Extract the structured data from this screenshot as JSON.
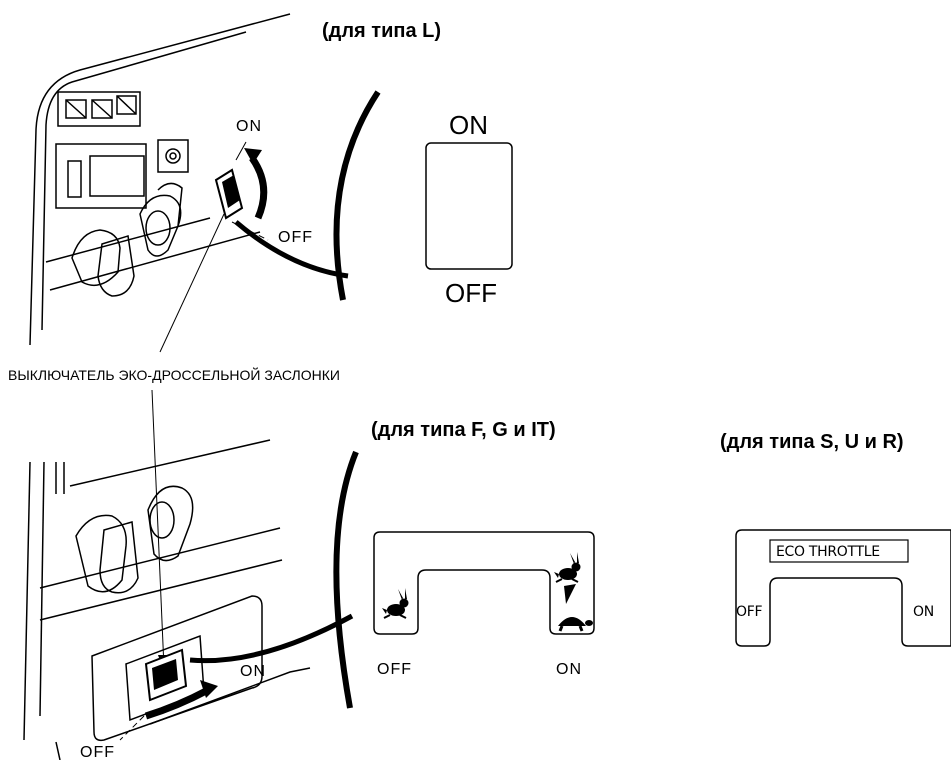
{
  "headings": {
    "type_l": "(для типа L)",
    "type_fgit": "(для типа F, G и IT)",
    "type_sur": "(для типа S, U и R)"
  },
  "callout": {
    "switch_name": "ВЫКЛЮЧАТЕЛЬ ЭКО-ДРОССЕЛЬНОЙ ЗАСЛОНКИ"
  },
  "panel_top": {
    "on_label": "ON",
    "off_label": "OFF"
  },
  "detail_l": {
    "on_label": "ON",
    "off_label": "OFF"
  },
  "panel_bottom": {
    "on_label": "ON",
    "off_label": "OFF"
  },
  "detail_fgit": {
    "off_label": "OFF",
    "on_label": "ON",
    "icon_off": "rabbit-icon",
    "icon_on_top": "rabbit-icon",
    "icon_on_bottom": "turtle-icon"
  },
  "detail_sur": {
    "title": "ECO THROTTLE",
    "off_label": "OFF",
    "on_label": "ON"
  }
}
